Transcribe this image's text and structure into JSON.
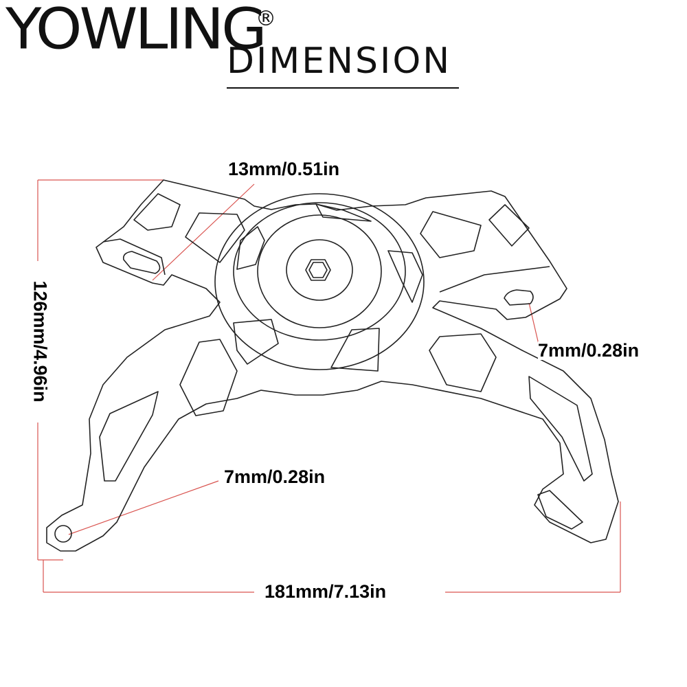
{
  "brand": {
    "name": "YOWLING",
    "registered_mark": "®"
  },
  "heading": "DIMENSION",
  "dimensions": {
    "bolt_head": "13mm/0.51in",
    "right_hole": "7mm/0.28in",
    "left_hole": "7mm/0.28in",
    "width": "181mm/7.13in",
    "height": "126mm/4.96in"
  },
  "colors": {
    "dimension_line": "#d9534f",
    "outline": "#222222"
  }
}
